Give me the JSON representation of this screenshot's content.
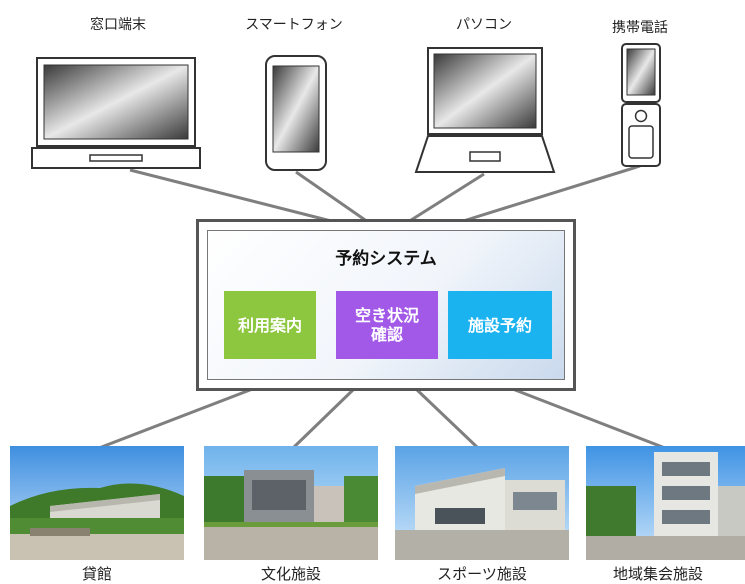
{
  "devices": {
    "window_terminal": "窓口端末",
    "smartphone": "スマートフォン",
    "pc": "パソコン",
    "mobile_phone": "携帯電話"
  },
  "system": {
    "title": "予約システム",
    "features": [
      {
        "label": "利用案内",
        "color": "#8dc63f"
      },
      {
        "label": "空き状況\n確認",
        "color": "#a259e8"
      },
      {
        "label": "施設予約",
        "color": "#1ab2ef"
      }
    ]
  },
  "facilities": [
    {
      "label": "貸館"
    },
    {
      "label": "文化施設"
    },
    {
      "label": "スポーツ施設"
    },
    {
      "label": "地域集会施設"
    }
  ],
  "colors": {
    "connector": "#7f7f7f",
    "device_outline": "#333333"
  }
}
